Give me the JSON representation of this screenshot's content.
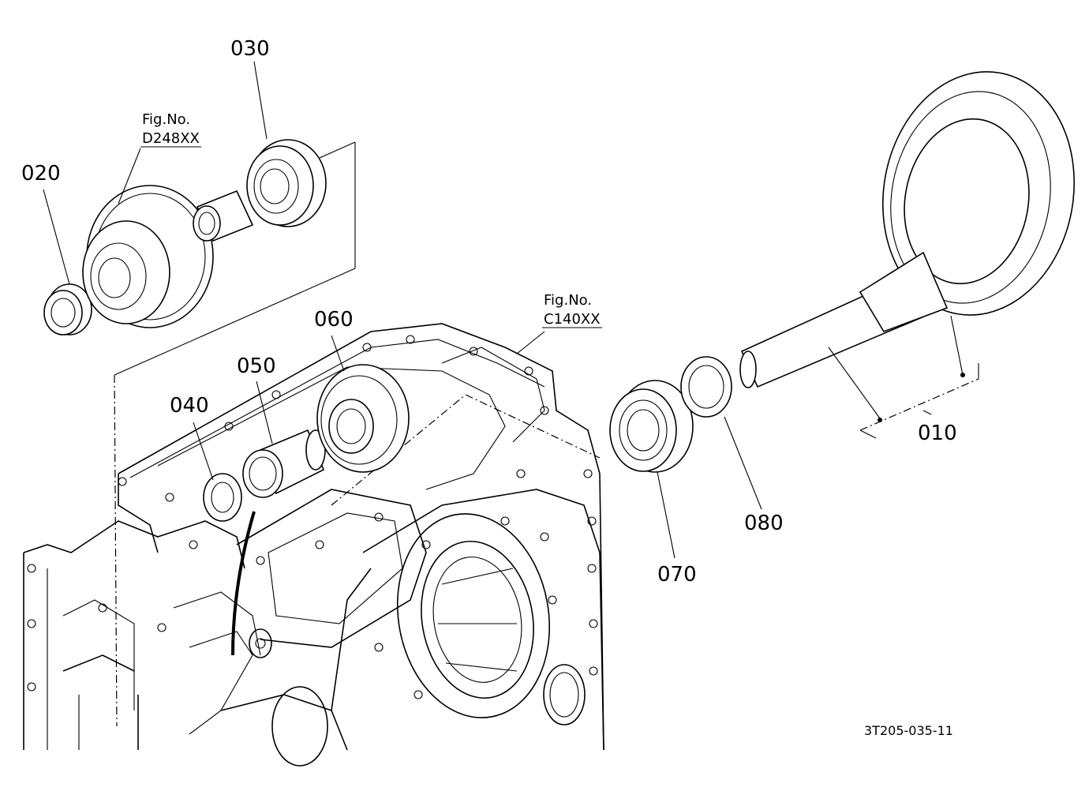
{
  "parts": {
    "p010": "010",
    "p020": "020",
    "p030": "030",
    "p040": "040",
    "p050": "050",
    "p060": "060",
    "p070": "070",
    "p080": "080"
  },
  "refs": {
    "ref1": {
      "line1": "Fig.No.",
      "line2": "D248XX"
    },
    "ref2": {
      "line1": "Fig.No.",
      "line2": "C140XX"
    }
  },
  "drawing_code": "3T205-035-11"
}
